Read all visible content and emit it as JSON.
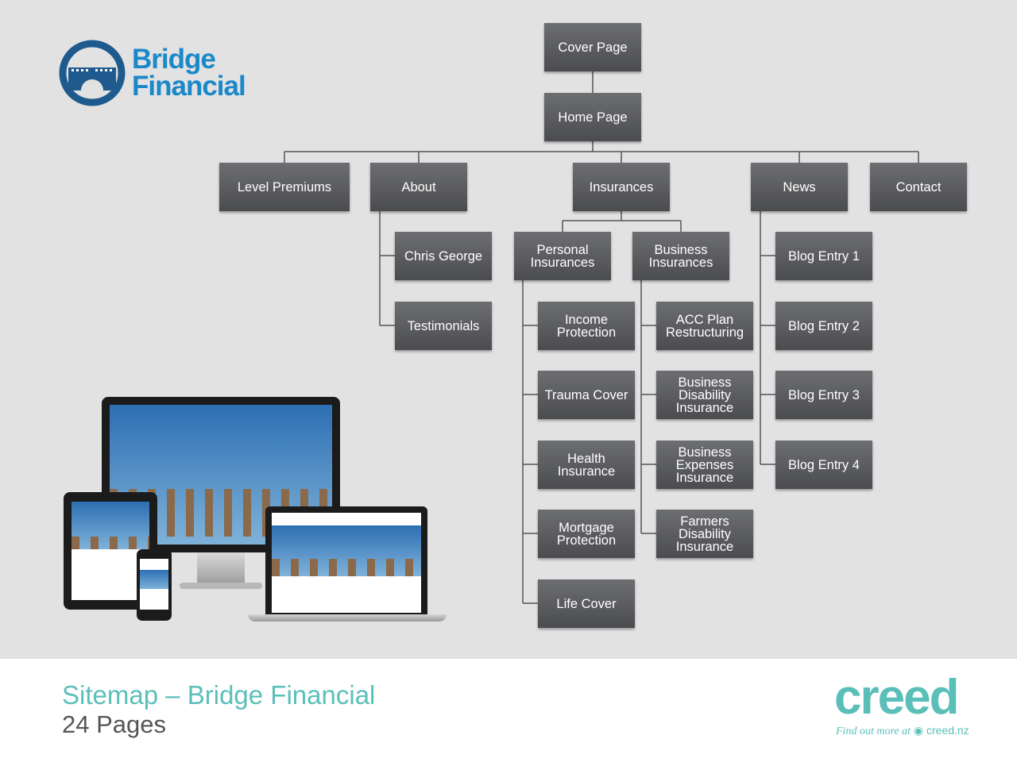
{
  "logo": {
    "line1": "Bridge",
    "line2": "Financial",
    "color": "#1a88c9"
  },
  "sitemap": {
    "nodes": {
      "cover": "Cover Page",
      "home": "Home Page",
      "level_premiums": "Level Premiums",
      "about": "About",
      "insurances": "Insurances",
      "news": "News",
      "contact": "Contact",
      "chris_george": "Chris George",
      "testimonials": "Testimonials",
      "personal_insurances": "Personal\nInsurances",
      "business_insurances": "Business\nInsurances",
      "income_protection": "Income\nProtection",
      "trauma_cover": "Trauma Cover",
      "health_insurance": "Health\nInsurance",
      "mortgage_protection": "Mortgage\nProtection",
      "life_cover": "Life Cover",
      "acc_plan": "ACC Plan\nRestructuring",
      "business_disability": "Business\nDisability\nInsurance",
      "business_expenses": "Business\nExpenses\nInsurance",
      "farmers_disability": "Farmers\nDisability\nInsurance",
      "blog1": "Blog Entry 1",
      "blog2": "Blog Entry 2",
      "blog3": "Blog Entry 3",
      "blog4": "Blog Entry 4"
    },
    "node_color": "#5a5b5e",
    "line_color": "#555555"
  },
  "footer": {
    "title": "Sitemap – Bridge Financial",
    "subtitle": "24 Pages",
    "title_color": "#5bbfb9"
  },
  "creed": {
    "wordmark": "creed",
    "tag_italic": "Find out more at",
    "tag_url": "creed.nz",
    "color": "#5bbfb9"
  }
}
